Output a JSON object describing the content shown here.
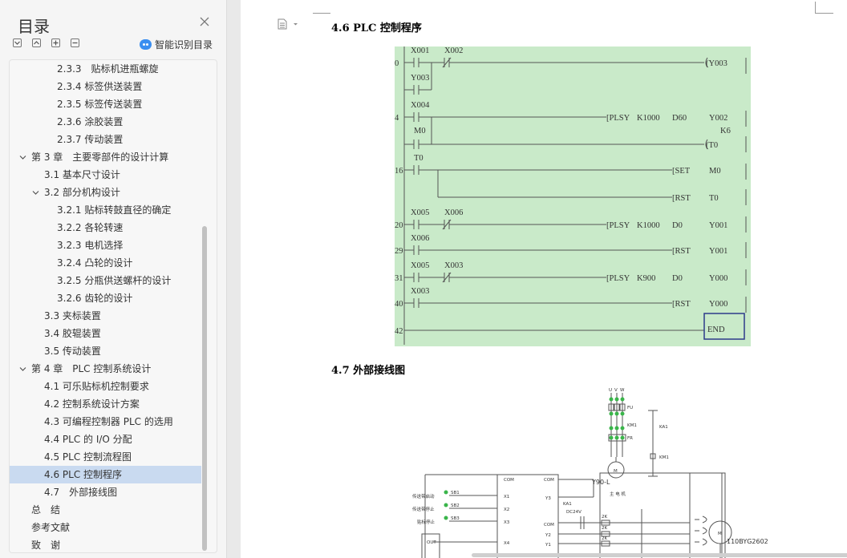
{
  "toc": {
    "title": "目录",
    "ai_label": "智能识别目录",
    "items": [
      {
        "label": "2.3.3　贴标机进瓶螺旋",
        "level": 3
      },
      {
        "label": "2.3.4 标签供送装置",
        "level": 3
      },
      {
        "label": "2.3.5 标签传送装置",
        "level": 3
      },
      {
        "label": "2.3.6 涂胶装置",
        "level": 3
      },
      {
        "label": "2.3.7 传动装置",
        "level": 3
      },
      {
        "label": "第 3 章　主要零部件的设计计算",
        "level": 1,
        "expanded": true
      },
      {
        "label": "3.1 基本尺寸设计",
        "level": 2
      },
      {
        "label": "3.2 部分机构设计",
        "level": 2,
        "expanded": true
      },
      {
        "label": "3.2.1 贴标转鼓直径的确定",
        "level": 3
      },
      {
        "label": "3.2.2 各轮转速",
        "level": 3
      },
      {
        "label": "3.2.3 电机选择",
        "level": 3
      },
      {
        "label": "3.2.4 凸轮的设计",
        "level": 3
      },
      {
        "label": "3.2.5 分瓶供送螺杆的设计",
        "level": 3
      },
      {
        "label": "3.2.6 齿轮的设计",
        "level": 3
      },
      {
        "label": "3.3 夹标装置",
        "level": 2
      },
      {
        "label": "3.4 胶辊装置",
        "level": 2
      },
      {
        "label": "3.5 传动装置",
        "level": 2
      },
      {
        "label": "第 4 章　PLC 控制系统设计",
        "level": 1,
        "expanded": true
      },
      {
        "label": "4.1 可乐贴标机控制要求",
        "level": 2
      },
      {
        "label": "4.2 控制系统设计方案",
        "level": 2
      },
      {
        "label": "4.3 可编程控制器 PLC 的选用",
        "level": 2
      },
      {
        "label": "4.4 PLC 的 I/O 分配",
        "level": 2
      },
      {
        "label": "4.5 PLC 控制流程图",
        "level": 2
      },
      {
        "label": "4.6 PLC 控制程序",
        "level": 2,
        "active": true
      },
      {
        "label": "4.7　外部接线图",
        "level": 2
      },
      {
        "label": "总　结",
        "level": 0
      },
      {
        "label": "参考文献",
        "level": 0
      },
      {
        "label": "致　谢",
        "level": 0
      }
    ]
  },
  "document": {
    "heading_46": "4.6 PLC 控制程序",
    "heading_47": "4.7  外部接线图",
    "ladder": {
      "step_numbers": [
        "0",
        "4",
        "16",
        "20",
        "29",
        "31",
        "40",
        "42"
      ],
      "contacts": [
        "X001",
        "X002",
        "Y003",
        "X004",
        "M0",
        "T0",
        "X005",
        "X006",
        "X006",
        "X005",
        "X003",
        "X003"
      ],
      "outputs": [
        "(Y003",
        "(T0",
        "K6",
        "END"
      ],
      "instructions": [
        [
          "[PLSY",
          "K1000",
          "D60",
          "Y002"
        ],
        [
          "[SET",
          "M0"
        ],
        [
          "[RST",
          "T0"
        ],
        [
          "[PLSY",
          "K1000",
          "D0",
          "Y001"
        ],
        [
          "[RST",
          "Y001"
        ],
        [
          "[PLSY",
          "K900",
          "D0",
          "Y000"
        ],
        [
          "[RST",
          "Y000"
        ]
      ]
    },
    "wiring": {
      "labels": {
        "u": "U",
        "v": "V",
        "w": "W",
        "fu": "FU",
        "km1": "KM1",
        "fr": "FR",
        "ka1": "KA1",
        "km1_coil": "KM1",
        "motor": "M",
        "motor_model": "Y90-L",
        "motor_caption": "主 电 机",
        "com": "COM",
        "x1": "X1",
        "x2": "X2",
        "x3": "X3",
        "x4": "X4",
        "y3": "Y3",
        "com1": "COM",
        "com2": "COM",
        "y2": "Y2",
        "y1": "Y1",
        "sb1": "SB1",
        "sb2": "SB2",
        "sb3": "SB3",
        "in1": "传送带启动",
        "in2": "传送带停止",
        "in3": "贴标停止",
        "out": "OUT",
        "dc24v": "DC24V",
        "ka1_coil": "KA1",
        "r1": "2K",
        "r2": "2K",
        "r3": "2K",
        "stepper": "110BYG2602",
        "stepper_m": "M"
      }
    }
  }
}
